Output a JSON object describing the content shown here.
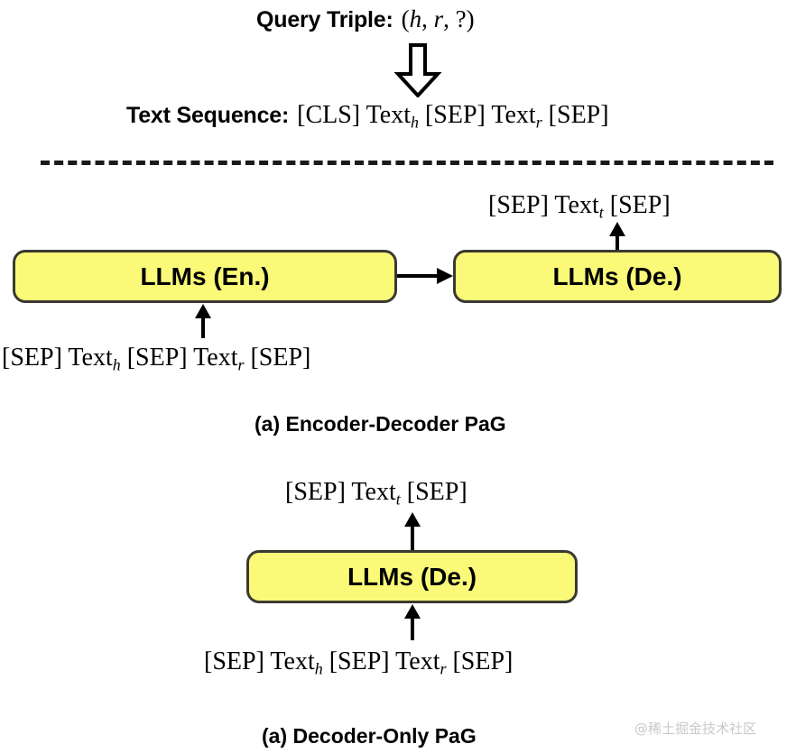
{
  "figure": {
    "query": {
      "label": "Query Triple:",
      "expr_open": "(",
      "var_h": "h",
      "comma1": ", ",
      "var_r": "r",
      "comma2": ", ",
      "unknown": "?",
      "expr_close": ")"
    },
    "text_sequence": {
      "label": "Text Sequence:",
      "cls": "[CLS]",
      "text1": "Text",
      "sub1": "h",
      "sep1": "[SEP]",
      "text2": "Text",
      "sub2": "r",
      "sep2": "[SEP]"
    },
    "divider": "dashed-separator",
    "panel_a": {
      "caption": "(a) Encoder-Decoder PaG",
      "encoder_box": "LLMs (En.)",
      "decoder_box": "LLMs (De.)",
      "input_sequence": {
        "sep0": "[SEP]",
        "text1": "Text",
        "sub1": "h",
        "sep1": "[SEP]",
        "text2": "Text",
        "sub2": "r",
        "sep2": "[SEP]"
      },
      "output_sequence": {
        "sep0": "[SEP]",
        "text1": "Text",
        "sub1": "t",
        "sep1": "[SEP]"
      }
    },
    "panel_b": {
      "caption": "(a) Decoder-Only PaG",
      "decoder_box": "LLMs (De.)",
      "input_sequence": {
        "sep0": "[SEP]",
        "text1": "Text",
        "sub1": "h",
        "sep1": "[SEP]",
        "text2": "Text",
        "sub2": "r",
        "sep2": "[SEP]"
      },
      "output_sequence": {
        "sep0": "[SEP]",
        "text1": "Text",
        "sub1": "t",
        "sep1": "[SEP]"
      }
    },
    "watermark": "@稀土掘金技术社区",
    "colors": {
      "box_fill": "#FAFA78",
      "box_border": "#3A3A32",
      "stroke": "#000000",
      "watermark": "#C9C9C9"
    }
  }
}
